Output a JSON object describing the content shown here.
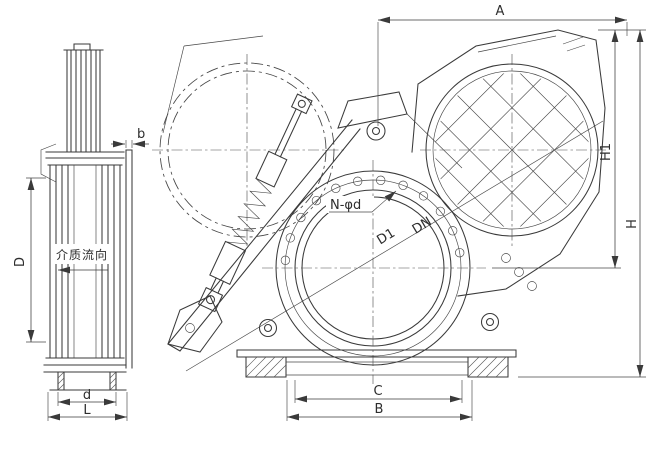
{
  "labels": {
    "A": "A",
    "H1": "H1",
    "H": "H",
    "B": "B",
    "C": "C",
    "D": "D",
    "b": "b",
    "d": "d",
    "L": "L",
    "D1": "D1",
    "DN": "DN",
    "bolt_holes": "N-φd",
    "flow_direction": "介质流向"
  },
  "colors": {
    "line": "#3a3a3a",
    "background": "#ffffff"
  }
}
